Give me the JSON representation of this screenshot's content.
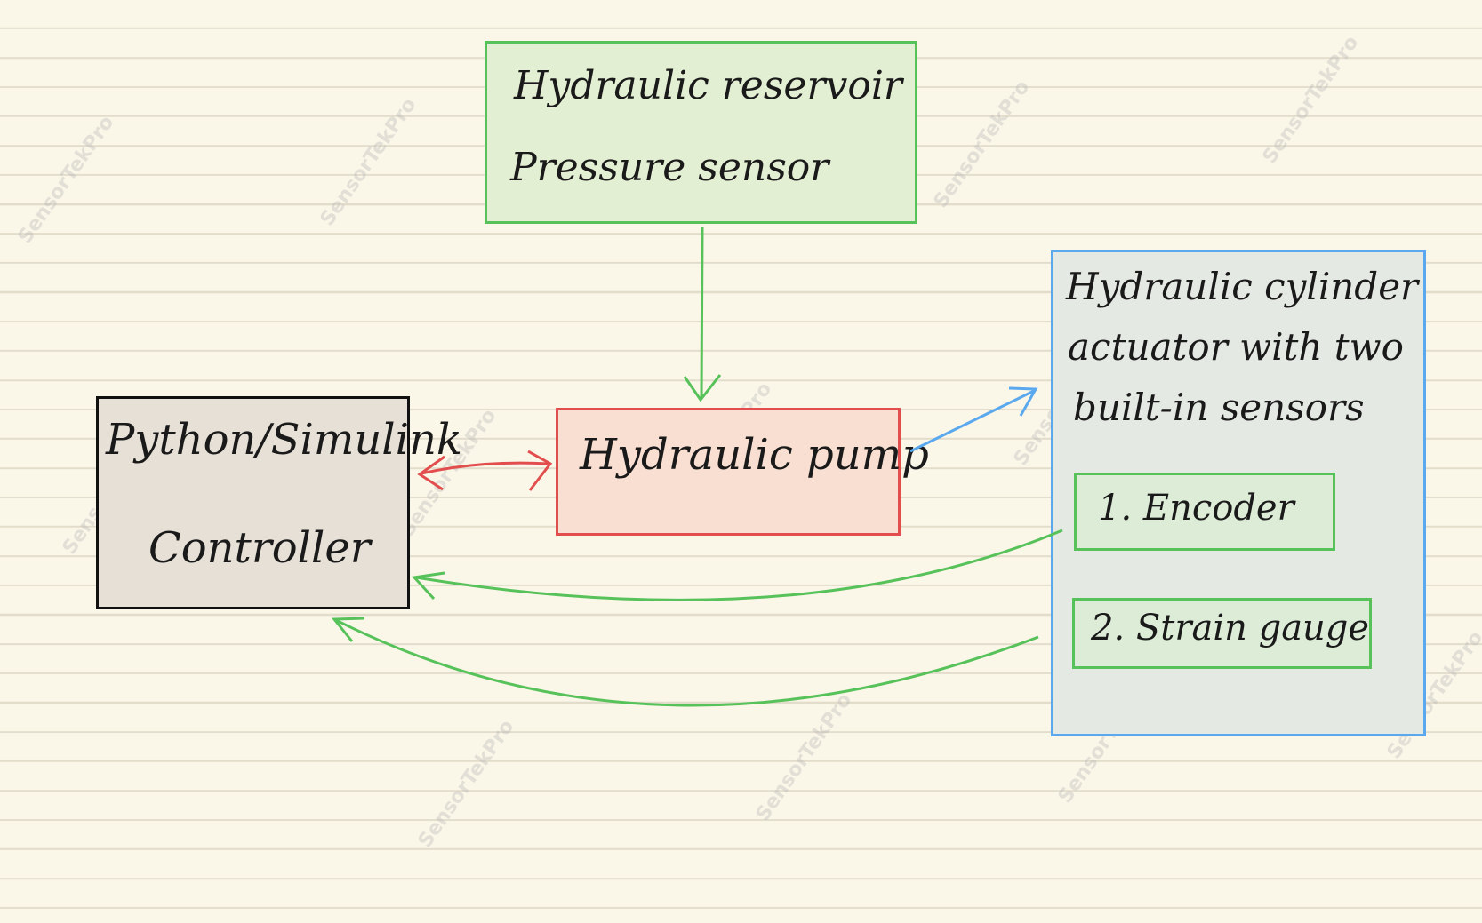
{
  "nodes": {
    "reservoir": {
      "line1": "Hydraulic   reservoir",
      "line2": "Pressure   sensor"
    },
    "controller": {
      "line1": "Python/Simulink",
      "line2": "Controller"
    },
    "pump": {
      "label": "Hydraulic  pump"
    },
    "cylinder": {
      "line1": "Hydraulic  cylinder",
      "line2": "actuator  with  two",
      "line3": "built-in  sensors",
      "encoder": "1.  Encoder",
      "strain": "2.  Strain gauge"
    }
  },
  "watermark": "SensorTekPro",
  "colors": {
    "green": "#57c25a",
    "red": "#e24d4d",
    "blue": "#5aa8ee",
    "black": "#111111",
    "paper": "#faf6e8"
  }
}
